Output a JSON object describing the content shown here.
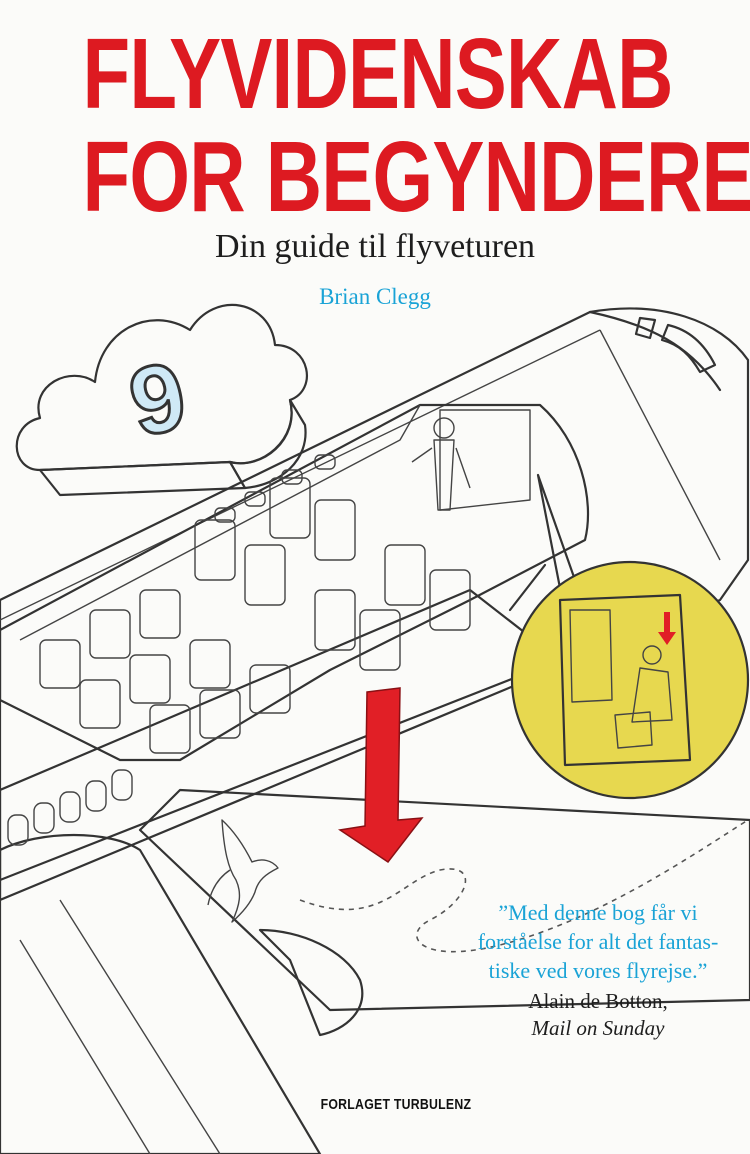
{
  "cover": {
    "title_line1": "FLYVIDENSKAB",
    "title_line2": "FOR BEGYNDERE",
    "subtitle": "Din guide til flyveturen",
    "author": "Brian Clegg",
    "cloud_number": "9",
    "quote_lines": [
      "”Med denne bog får vi",
      "forståelse for alt det fantas-",
      "tiske ved vores flyrejse.”"
    ],
    "quote_author": "Alain de Botton,",
    "quote_source": "Mail on Sunday",
    "publisher": "FORLAGET TURBULENZ",
    "colors": {
      "title_red": "#dd1a21",
      "accent_blue": "#1aa3d6",
      "cabin_cream": "#f4efc4",
      "inset_yellow": "#e7d84f"
    }
  }
}
